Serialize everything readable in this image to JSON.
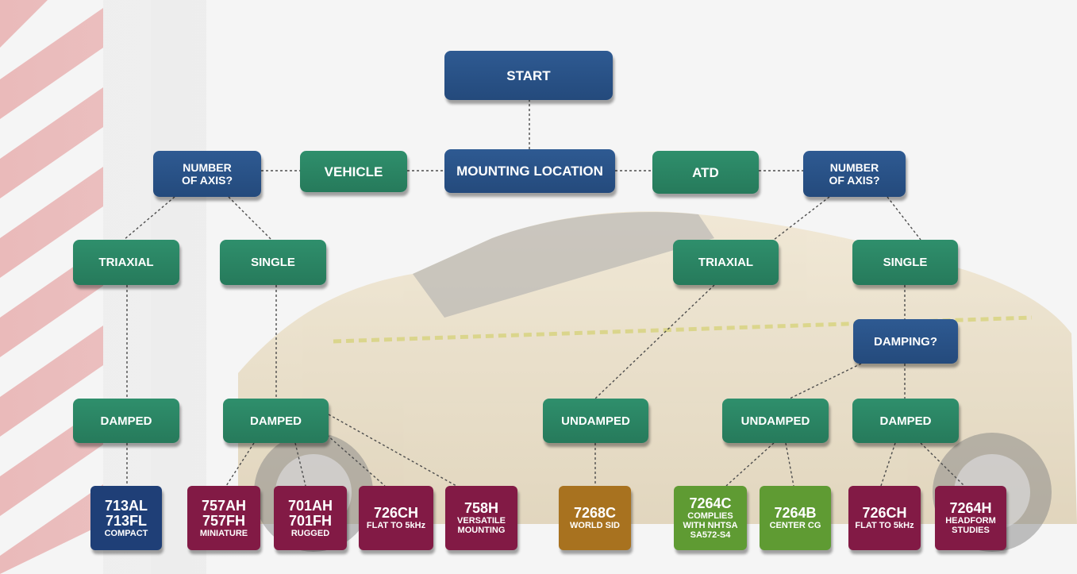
{
  "diagram": {
    "start": "START",
    "mounting_location": "MOUNTING LOCATION",
    "vehicle_branch": {
      "label": "VEHICLE",
      "question": [
        "NUMBER",
        "OF AXIS?"
      ],
      "triaxial": "TRIAXIAL",
      "single": "SINGLE",
      "triaxial_damped": "DAMPED",
      "single_damped": "DAMPED"
    },
    "atd_branch": {
      "label": "ATD",
      "question": [
        "NUMBER",
        "OF AXIS?"
      ],
      "triaxial": "TRIAXIAL",
      "single": "SINGLE",
      "damping_question": "DAMPING?",
      "triaxial_undamped": "UNDAMPED",
      "single_undamped": "UNDAMPED",
      "single_damped": "DAMPED"
    },
    "products": [
      {
        "codes": [
          "713AL",
          "713FL"
        ],
        "desc": [
          "COMPACT"
        ],
        "color": "#1f3f77"
      },
      {
        "codes": [
          "757AH",
          "757FH"
        ],
        "desc": [
          "MINIATURE"
        ],
        "color": "#821a45"
      },
      {
        "codes": [
          "701AH",
          "701FH"
        ],
        "desc": [
          "RUGGED"
        ],
        "color": "#821a45"
      },
      {
        "codes": [
          "726CH"
        ],
        "desc": [
          "FLAT TO 5kHz"
        ],
        "color": "#821a45"
      },
      {
        "codes": [
          "758H"
        ],
        "desc": [
          "VERSATILE",
          "MOUNTING"
        ],
        "color": "#821a45"
      },
      {
        "codes": [
          "7268C"
        ],
        "desc": [
          "WORLD SID"
        ],
        "color": "#a8721f"
      },
      {
        "codes": [
          "7264C"
        ],
        "desc": [
          "COMPLIES",
          "WITH NHTSA",
          "SA572-S4"
        ],
        "color": "#5f9b33"
      },
      {
        "codes": [
          "7264B"
        ],
        "desc": [
          "CENTER CG"
        ],
        "color": "#5f9b33"
      },
      {
        "codes": [
          "726CH"
        ],
        "desc": [
          "FLAT TO 5kHz"
        ],
        "color": "#821a45"
      },
      {
        "codes": [
          "7264H"
        ],
        "desc": [
          "HEADFORM",
          "STUDIES"
        ],
        "color": "#821a45"
      }
    ]
  }
}
